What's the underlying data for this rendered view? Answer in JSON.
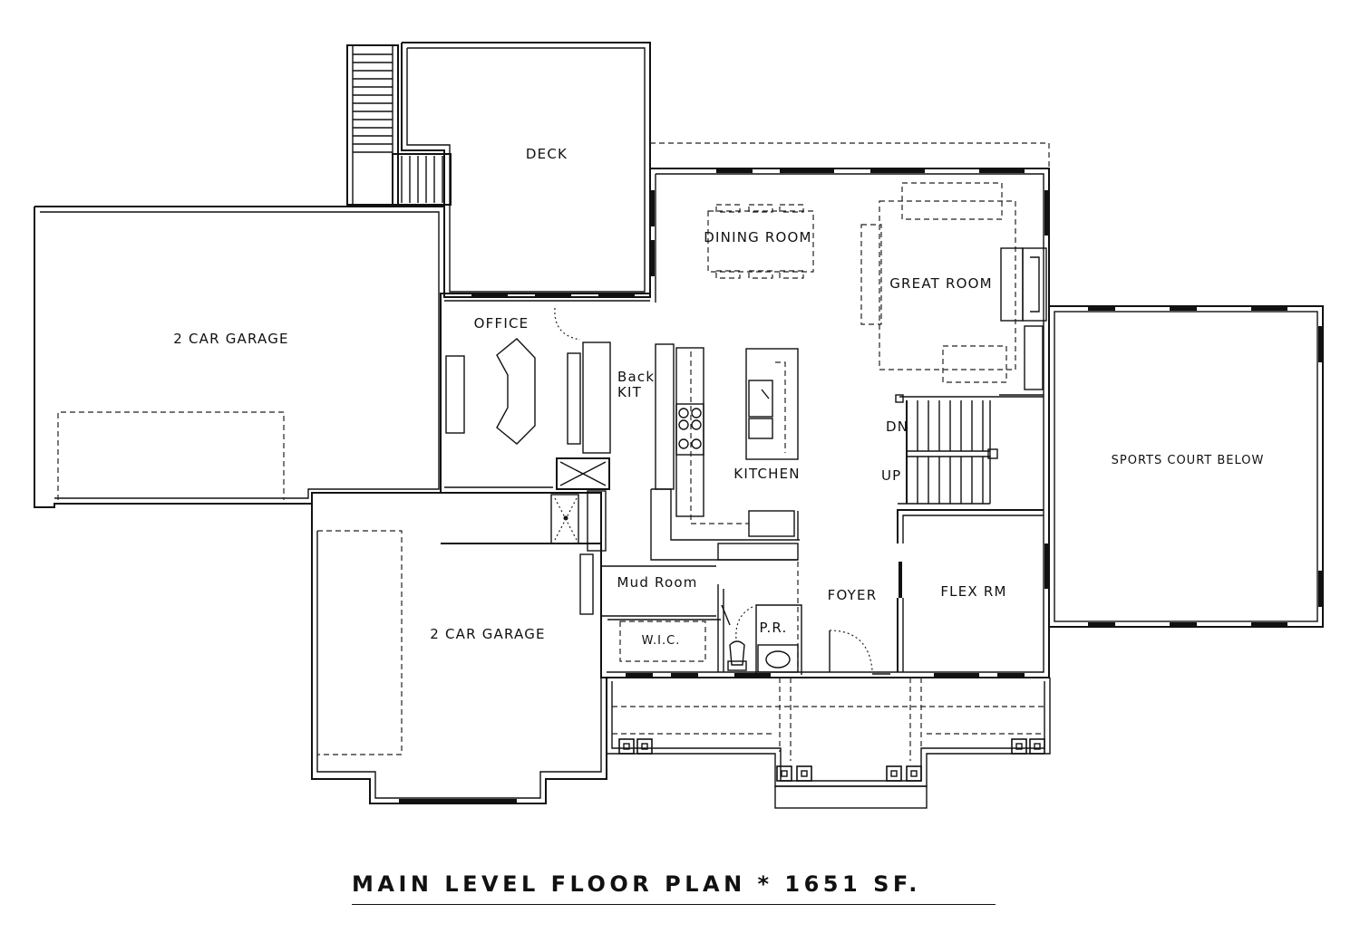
{
  "title": "MAIN LEVEL FLOOR PLAN * 1651 SF.",
  "rooms": {
    "deck": "DECK",
    "dining": "DINING ROOM",
    "great": "GREAT ROOM",
    "garage_upper": "2 CAR GARAGE",
    "office": "OFFICE",
    "back_kit_1": "Back",
    "back_kit_2": "KIT",
    "kitchen": "KITCHEN",
    "dn": "DN",
    "up": "UP",
    "sports": "SPORTS COURT BELOW",
    "mud": "Mud Room",
    "foyer": "FOYER",
    "flex": "FLEX RM",
    "wic": "W.I.C.",
    "pr": "P.R.",
    "garage_lower": "2 CAR GARAGE"
  }
}
